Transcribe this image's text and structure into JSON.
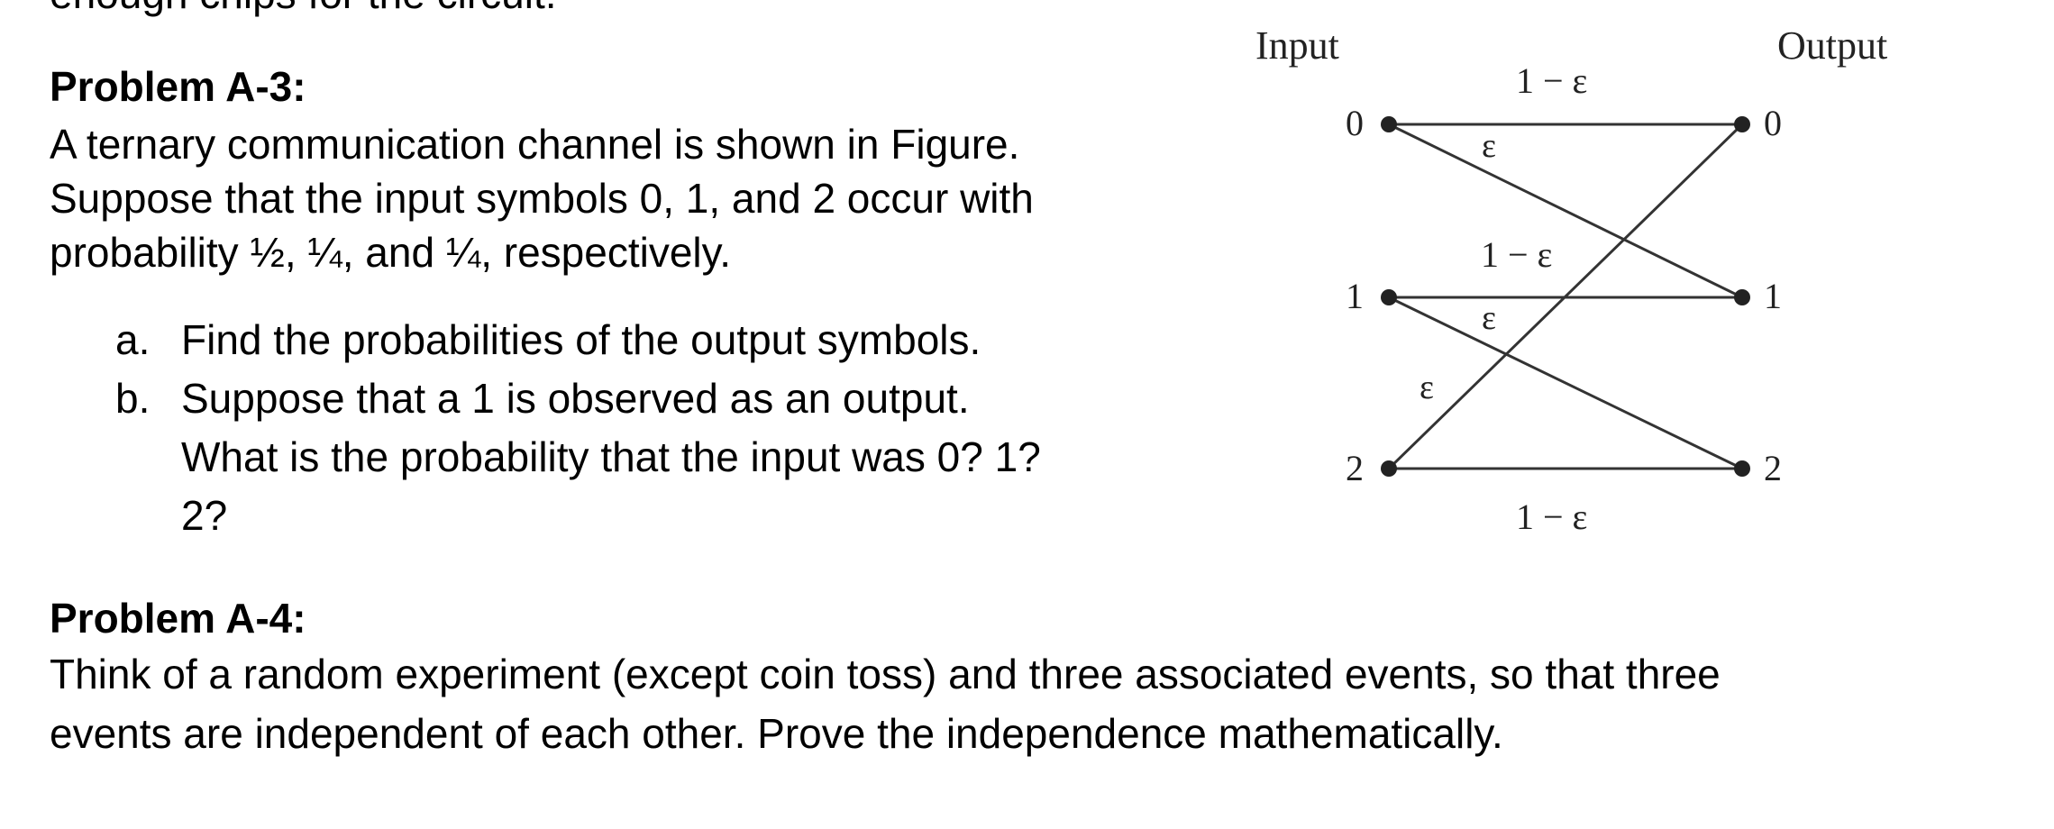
{
  "top_cut_text": "enough chips for the circuit.",
  "problem_a3": {
    "title": "Problem A-3:",
    "intro_lines": [
      "A ternary communication channel is shown in Figure.",
      "Suppose that the input symbols 0, 1, and 2 occur with",
      "probability ½, ¼, and ¼, respectively."
    ],
    "items": [
      {
        "marker": "a.",
        "lines": [
          "Find the probabilities of the output symbols."
        ]
      },
      {
        "marker": "b.",
        "lines": [
          "Suppose that a 1 is observed as an output.",
          "What is the probability that the input was 0? 1?",
          "2?"
        ]
      }
    ]
  },
  "figure": {
    "input_label": "Input",
    "output_label": "Output",
    "input_symbols": [
      "0",
      "1",
      "2"
    ],
    "output_symbols": [
      "0",
      "1",
      "2"
    ],
    "edge_labels": {
      "top_straight": "1 − ε",
      "middle_straight": "1 − ε",
      "bottom_straight": "1 − ε",
      "cross_0_to_1": "ε",
      "cross_1_to_2": "ε",
      "cross_2_to_0": "ε"
    }
  },
  "problem_a4": {
    "title": "Problem A-4:",
    "lines": [
      "Think of a random experiment (except coin toss) and three associated events, so that three",
      "events are independent of each other. Prove the independence mathematically."
    ]
  }
}
